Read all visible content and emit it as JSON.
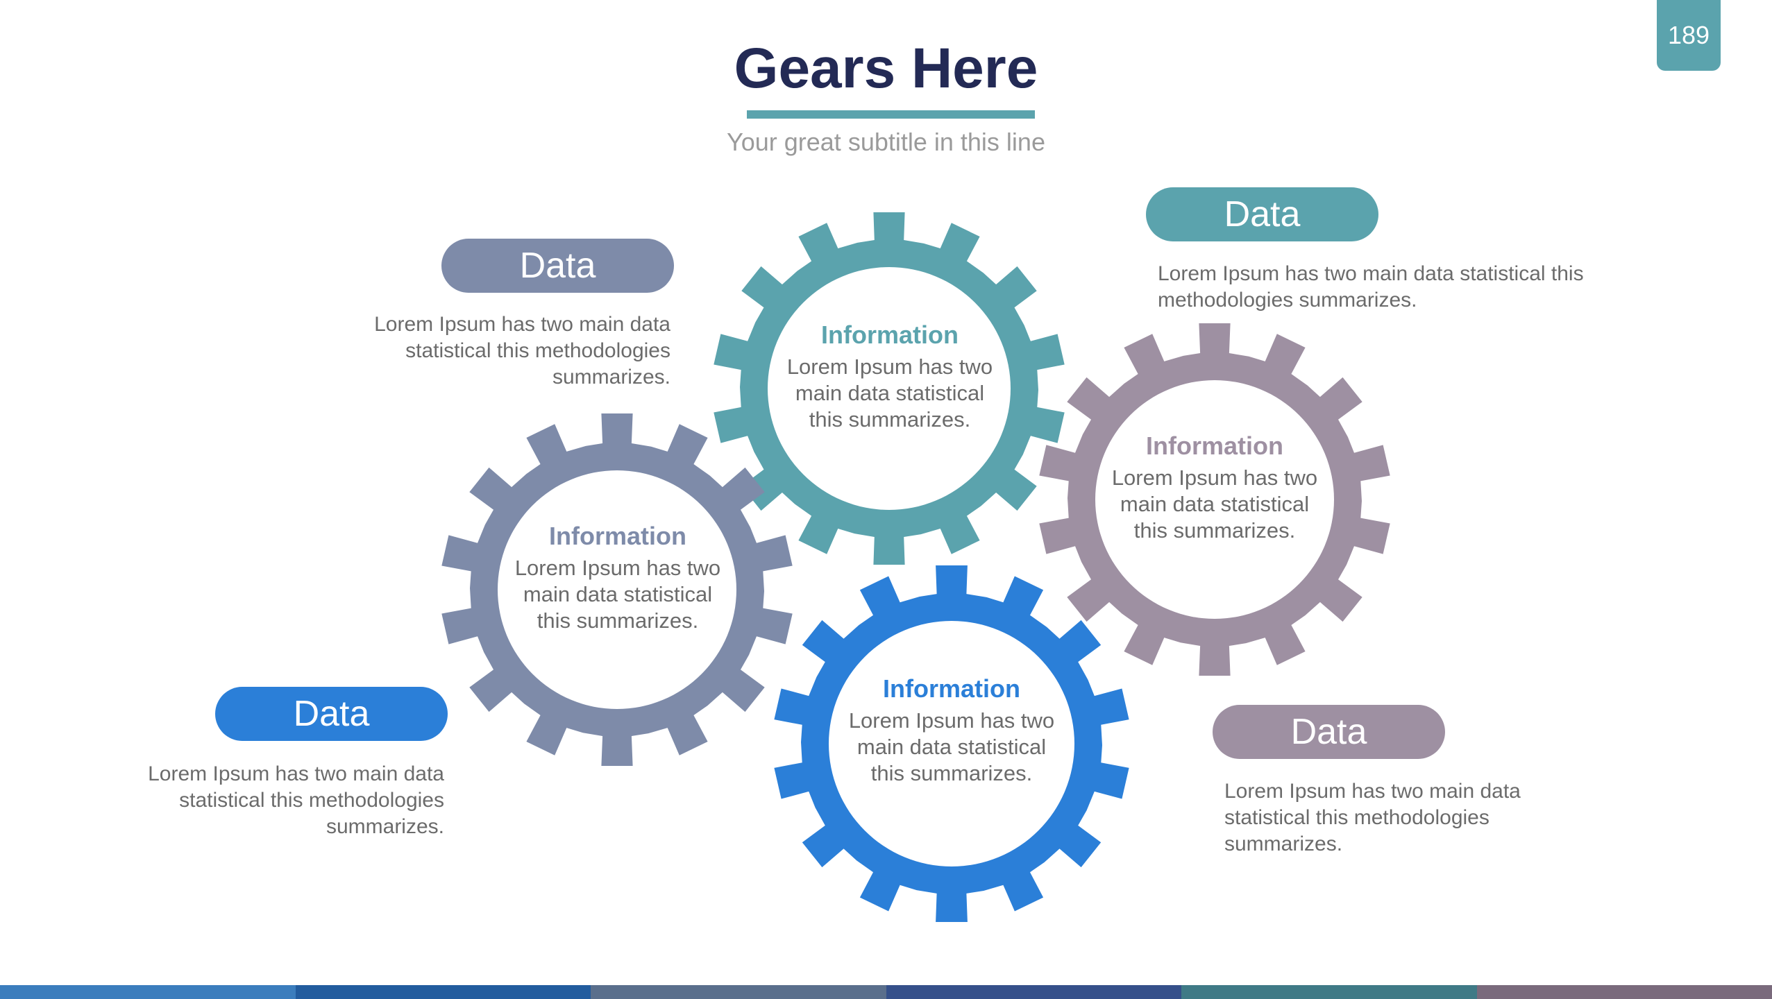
{
  "page_number": "189",
  "title": "Gears Here",
  "subtitle": "Your great subtitle in this line",
  "colors": {
    "teal": "#5ba3ad",
    "slate": "#7e8ba9",
    "mauve": "#9e90a2",
    "blue": "#2b7fd8",
    "title": "#232a55"
  },
  "gears": [
    {
      "info_title": "Information",
      "info_text": "Lorem Ipsum has two main data statistical this summarizes.",
      "color": "#5ba3ad"
    },
    {
      "info_title": "Information",
      "info_text": "Lorem Ipsum has two main data statistical this summarizes.",
      "color": "#7e8ba9"
    },
    {
      "info_title": "Information",
      "info_text": "Lorem Ipsum has two main data statistical this summarizes.",
      "color": "#9e90a2"
    },
    {
      "info_title": "Information",
      "info_text": "Lorem Ipsum has two main data statistical this summarizes.",
      "color": "#2b7fd8"
    }
  ],
  "callouts": [
    {
      "label": "Data",
      "text": "Lorem Ipsum has two main data statistical this methodologies summarizes.",
      "color": "#7e8ba9"
    },
    {
      "label": "Data",
      "text": "Lorem Ipsum has two main data statistical this methodologies summarizes.",
      "color": "#5ba3ad"
    },
    {
      "label": "Data",
      "text": "Lorem Ipsum has two main data statistical this methodologies summarizes.",
      "color": "#2b7fd8"
    },
    {
      "label": "Data",
      "text": "Lorem Ipsum has two main data statistical this methodologies summarizes.",
      "color": "#9e90a2"
    }
  ],
  "footer_colors": [
    "#3b7dbd",
    "#225c9e",
    "#5a6f8c",
    "#35508a",
    "#3f7a86",
    "#7a6a7c"
  ]
}
